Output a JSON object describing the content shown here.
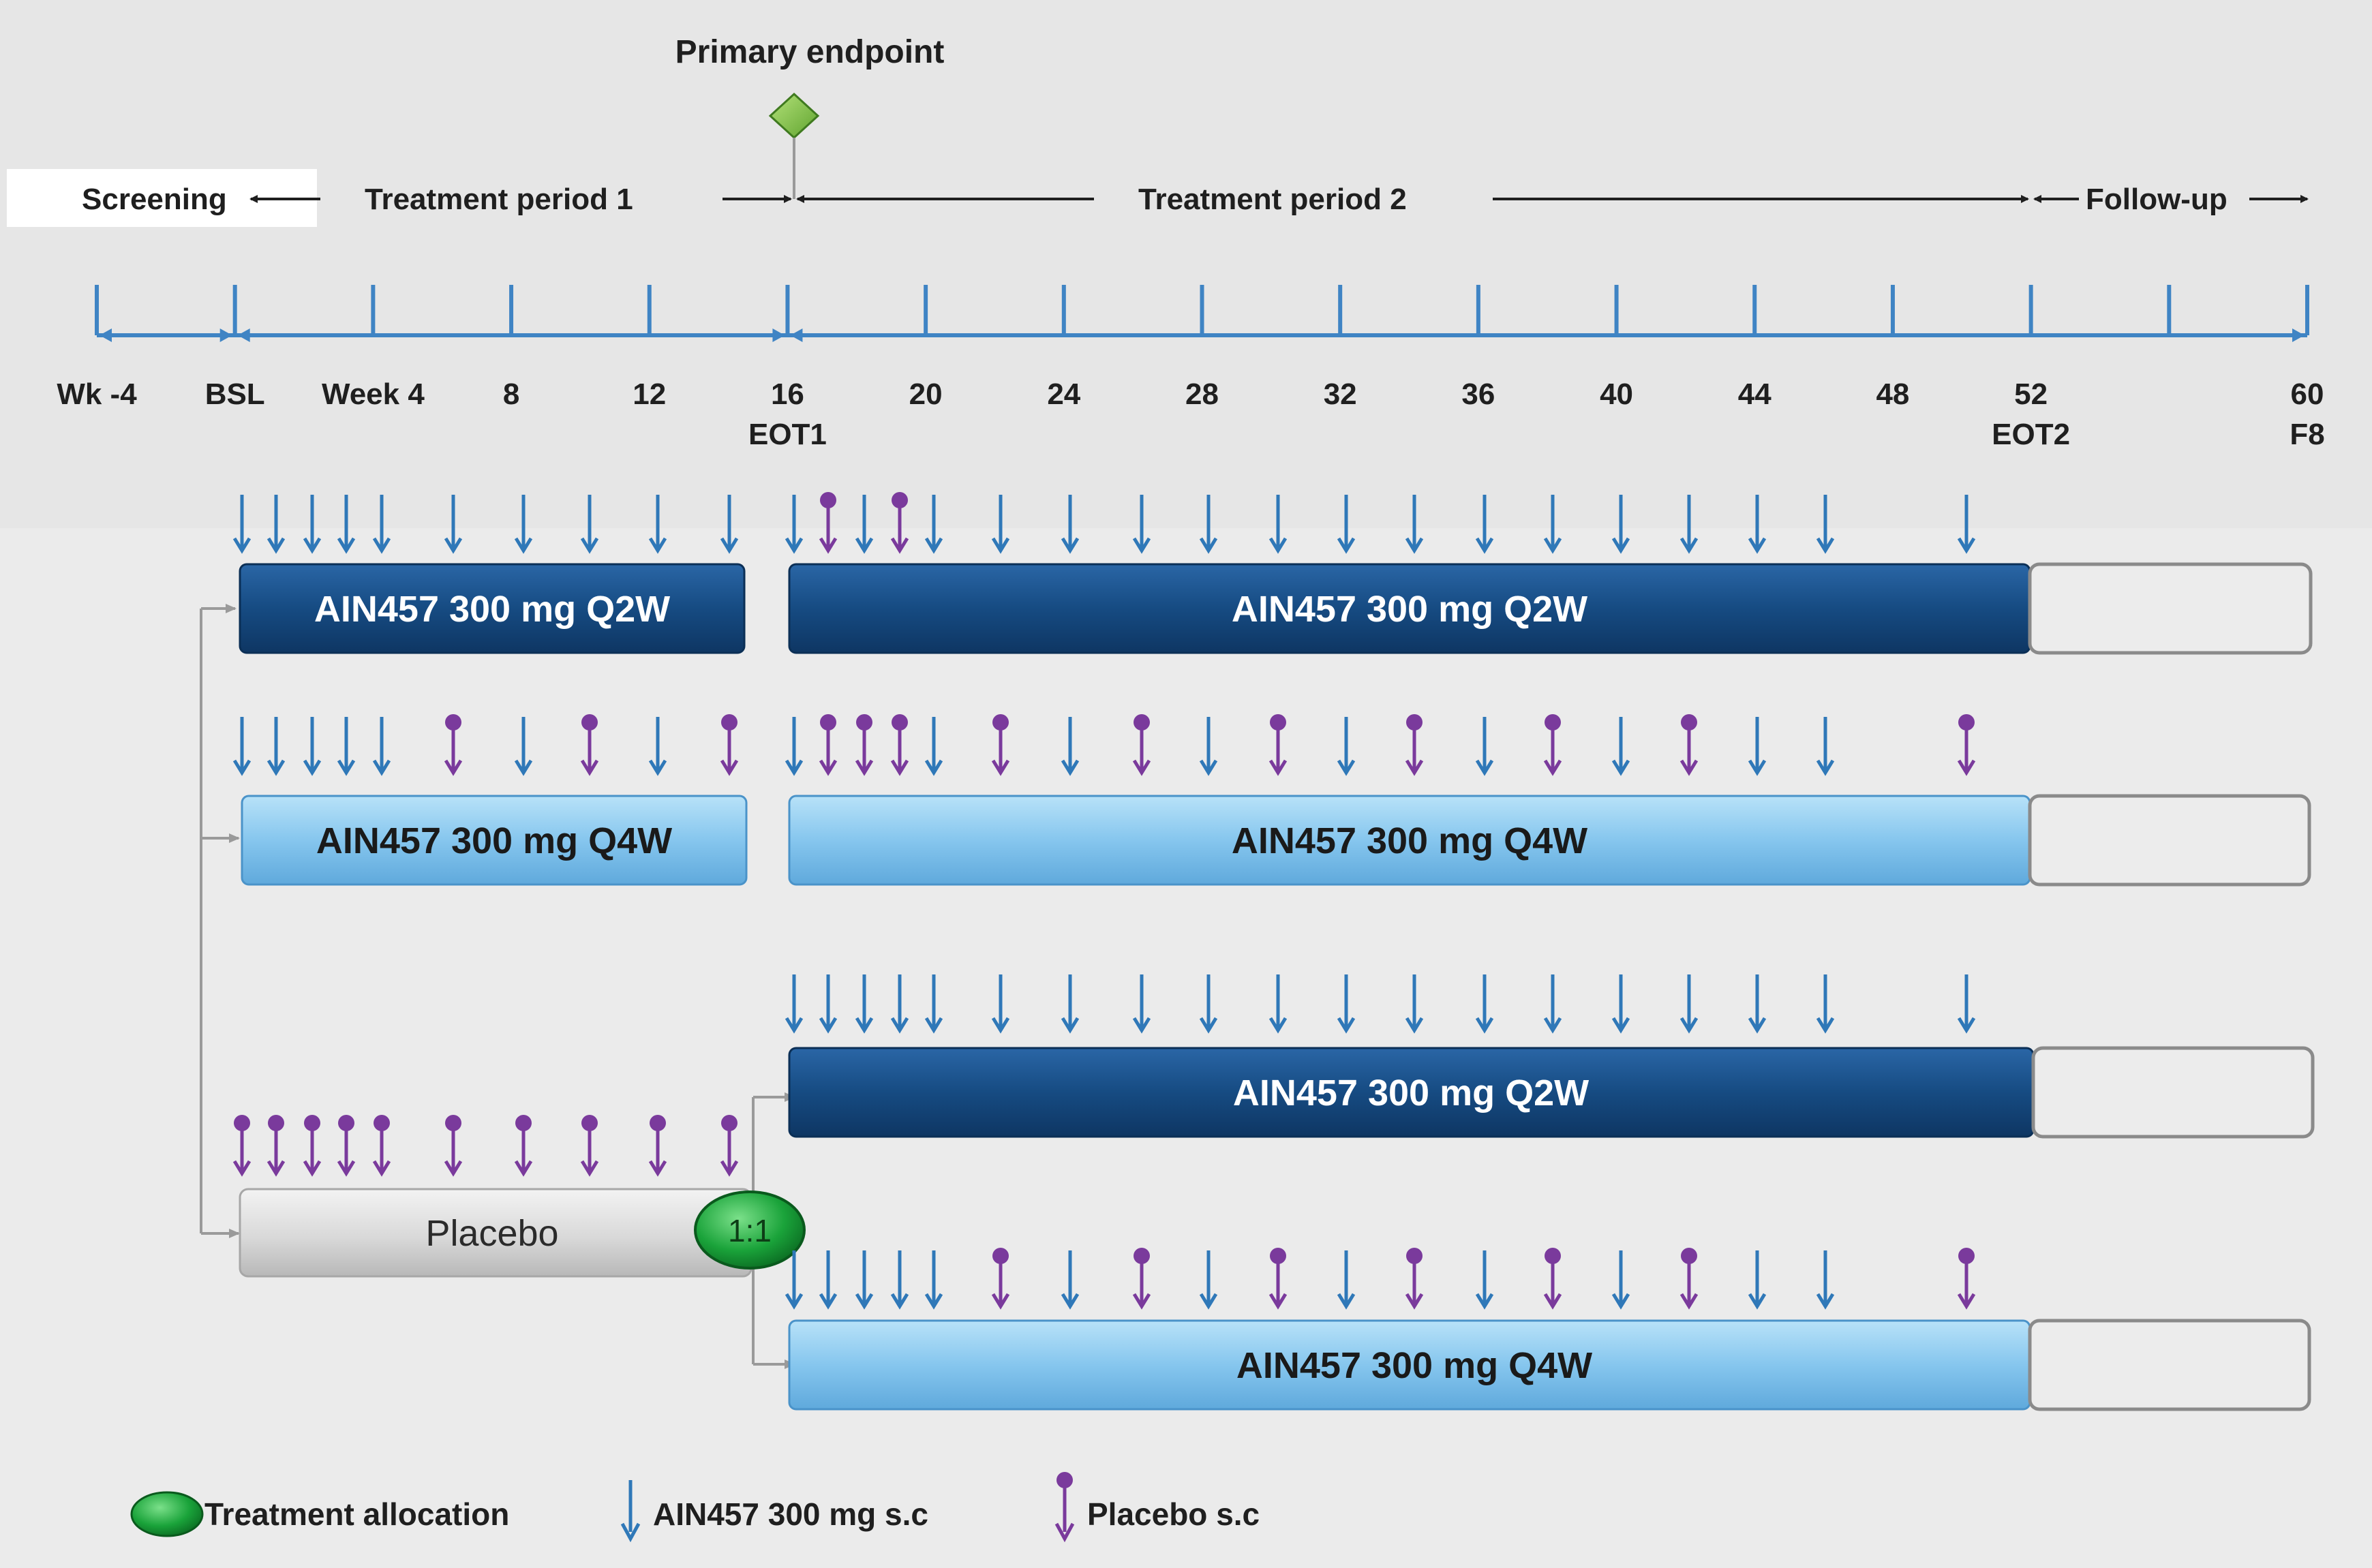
{
  "header": {
    "primary_endpoint": "Primary endpoint",
    "phases": {
      "screening": "Screening",
      "treatment_period_1": "Treatment period 1",
      "treatment_period_2": "Treatment period 2",
      "follow_up": "Follow-up"
    }
  },
  "timeline": {
    "ticks": [
      {
        "week": -4,
        "label": "Wk -4",
        "sublabel": ""
      },
      {
        "week": 0,
        "label": "BSL",
        "sublabel": ""
      },
      {
        "week": 4,
        "label": "Week 4",
        "sublabel": ""
      },
      {
        "week": 8,
        "label": "8",
        "sublabel": ""
      },
      {
        "week": 12,
        "label": "12",
        "sublabel": ""
      },
      {
        "week": 16,
        "label": "16",
        "sublabel": "EOT1"
      },
      {
        "week": 20,
        "label": "20",
        "sublabel": ""
      },
      {
        "week": 24,
        "label": "24",
        "sublabel": ""
      },
      {
        "week": 28,
        "label": "28",
        "sublabel": ""
      },
      {
        "week": 32,
        "label": "32",
        "sublabel": ""
      },
      {
        "week": 36,
        "label": "36",
        "sublabel": ""
      },
      {
        "week": 40,
        "label": "40",
        "sublabel": ""
      },
      {
        "week": 44,
        "label": "44",
        "sublabel": ""
      },
      {
        "week": 48,
        "label": "48",
        "sublabel": ""
      },
      {
        "week": 52,
        "label": "52",
        "sublabel": "EOT2"
      },
      {
        "week": 56,
        "label": "",
        "sublabel": ""
      },
      {
        "week": 60,
        "label": "60",
        "sublabel": "F8"
      }
    ]
  },
  "arms": {
    "arm1": {
      "tp1": "AIN457 300 mg Q2W",
      "tp2": "AIN457 300 mg Q2W"
    },
    "arm2": {
      "tp1": "AIN457 300 mg Q4W",
      "tp2": "AIN457 300 mg Q4W"
    },
    "placebo": {
      "tp1": "Placebo",
      "allocation": "1:1"
    },
    "placebo_to_q2w": {
      "tp2": "AIN457 300 mg Q2W"
    },
    "placebo_to_q4w": {
      "tp2": "AIN457 300 mg Q4W"
    }
  },
  "dosing_rows": [
    {
      "id": "arm1",
      "tp1": [
        "A",
        "A",
        "A",
        "A",
        "A",
        "A",
        "A",
        "A",
        "A",
        "A"
      ],
      "tp2": [
        "A",
        "P",
        "A",
        "P",
        "A",
        "A",
        "A",
        "A",
        "A",
        "A",
        "A",
        "A",
        "A",
        "A",
        "A",
        "A",
        "A",
        "A",
        "A"
      ]
    },
    {
      "id": "arm2",
      "tp1": [
        "A",
        "A",
        "A",
        "A",
        "A",
        "P",
        "A",
        "P",
        "A",
        "P"
      ],
      "tp2": [
        "A",
        "P",
        "P",
        "P",
        "A",
        "P",
        "A",
        "P",
        "A",
        "P",
        "A",
        "P",
        "A",
        "P",
        "A",
        "P",
        "A",
        "A",
        "P"
      ]
    },
    {
      "id": "placebo_to_q2w",
      "tp1": [],
      "tp2": [
        "A",
        "A",
        "A",
        "A",
        "A",
        "A",
        "A",
        "A",
        "A",
        "A",
        "A",
        "A",
        "A",
        "A",
        "A",
        "A",
        "A",
        "A",
        "A"
      ]
    },
    {
      "id": "placebo",
      "tp1": [
        "P",
        "P",
        "P",
        "P",
        "P",
        "P",
        "P",
        "P",
        "P",
        "P"
      ],
      "tp2": []
    },
    {
      "id": "placebo_to_q4w",
      "tp1": [],
      "tp2": [
        "A",
        "A",
        "A",
        "A",
        "A",
        "P",
        "A",
        "P",
        "A",
        "P",
        "A",
        "P",
        "A",
        "P",
        "A",
        "P",
        "A",
        "A",
        "P"
      ]
    }
  ],
  "legend": {
    "allocation": "Treatment allocation",
    "ain457": "AIN457 300 mg s.c",
    "placebo": "Placebo s.c"
  },
  "colors": {
    "dark_bar": "#164b82",
    "light_bar": "#86c6ee",
    "placebo_bar": "#dcdcdc",
    "ain457_arrow": "#2f78b8",
    "placebo_pin": "#7a3a9c",
    "allocation": "#1aa33a",
    "endpoint": "#7cc142",
    "timeline": "#3f84c4"
  }
}
